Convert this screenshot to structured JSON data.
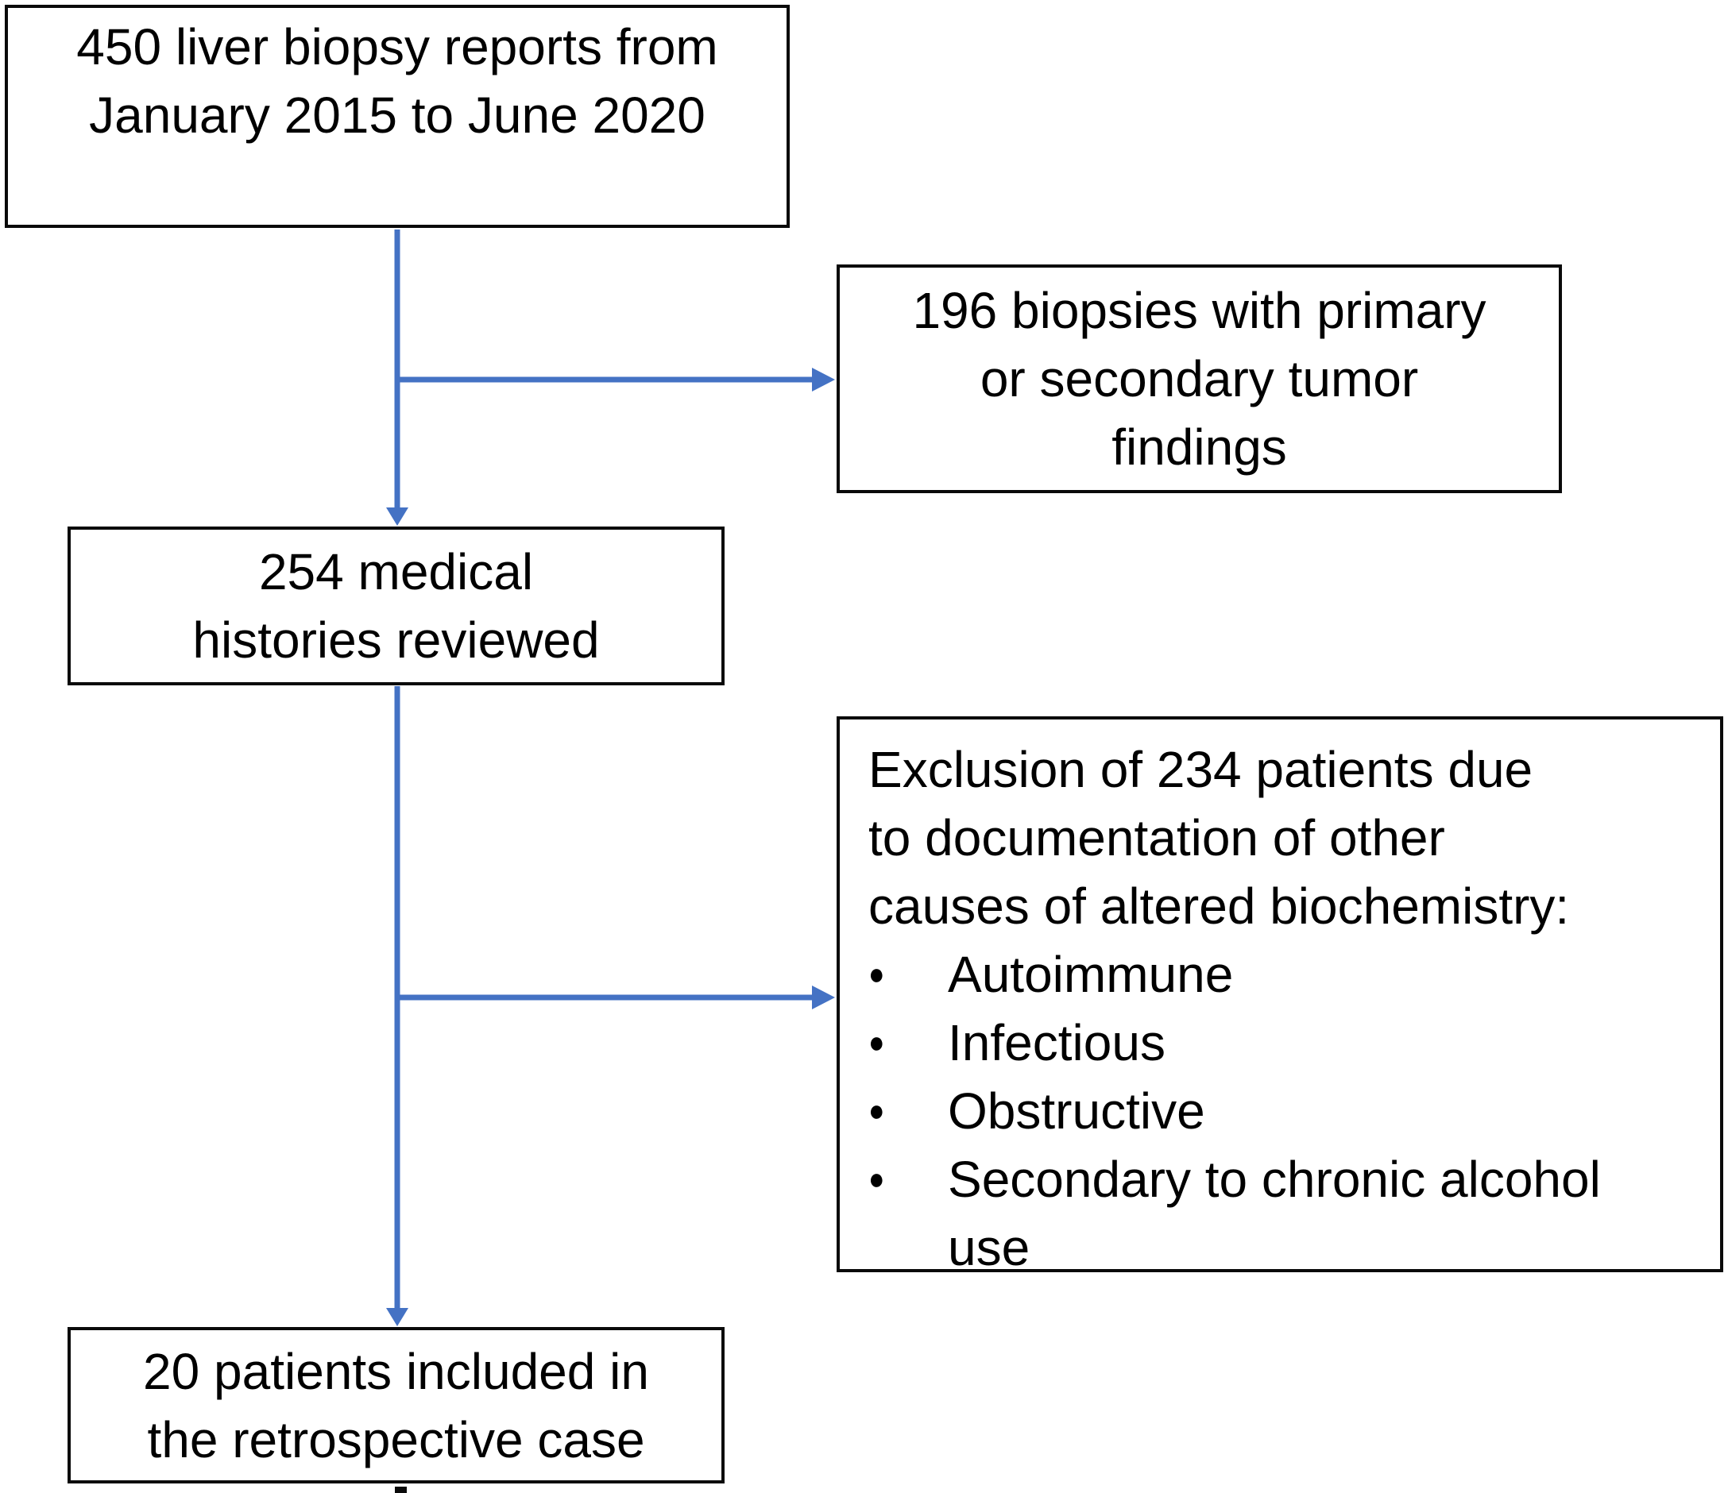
{
  "colors": {
    "arrow": "#4472C4",
    "box_border": "#0A0A0A",
    "text": "#000000",
    "background": "#FFFFFF"
  },
  "flowchart": {
    "box_reports": {
      "lines": [
        "450 liver biopsy reports from",
        "January 2015 to June 2020"
      ]
    },
    "box_tumor_findings": {
      "lines": [
        "196 biopsies with primary",
        "or secondary tumor",
        "findings"
      ]
    },
    "box_histories": {
      "lines": [
        "254 medical",
        "histories reviewed"
      ]
    },
    "box_exclusion": {
      "intro_lines": [
        "Exclusion of 234 patients due",
        "to documentation of other",
        "causes of altered biochemistry:"
      ],
      "bullet_glyph": "●",
      "bullets": [
        {
          "lines": [
            "Autoimmune"
          ]
        },
        {
          "lines": [
            "Infectious"
          ]
        },
        {
          "lines": [
            "Obstructive"
          ]
        },
        {
          "lines": [
            "Secondary to chronic alcohol",
            "use"
          ]
        }
      ]
    },
    "box_included": {
      "lines": [
        "20 patients included in",
        "the retrospective case"
      ]
    }
  }
}
